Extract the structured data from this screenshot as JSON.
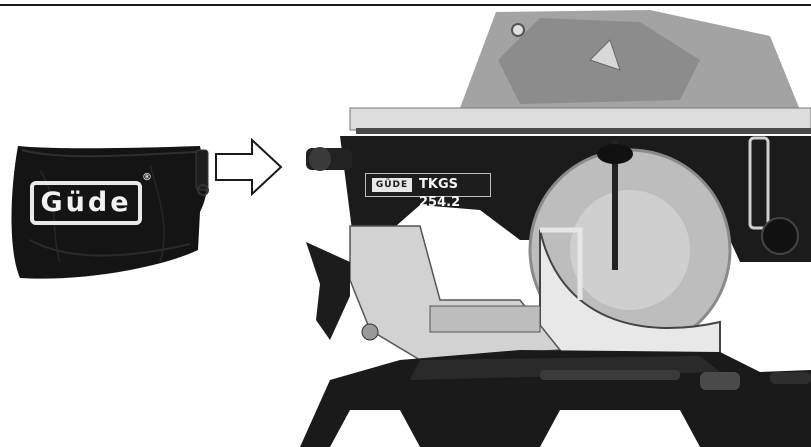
{
  "bag": {
    "brand": "Güde",
    "registered_mark": "®"
  },
  "saw": {
    "plate_brand": "GÜDE",
    "model": "TKGS 254.2"
  },
  "icons": {
    "arrow": "right-arrow-icon"
  }
}
